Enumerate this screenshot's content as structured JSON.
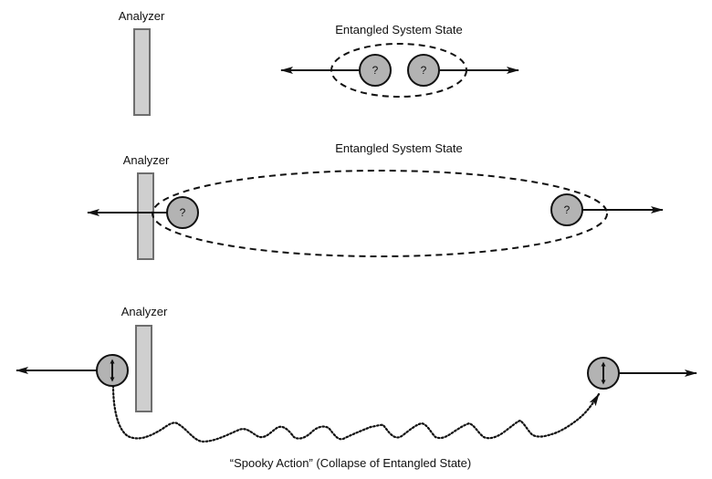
{
  "panels": [
    {
      "analyzer_label": "Analyzer",
      "state_label": "Entangled System State",
      "particles": [
        {
          "symbol": "?",
          "icon": "unknown-spin"
        },
        {
          "symbol": "?",
          "icon": "unknown-spin"
        }
      ]
    },
    {
      "analyzer_label": "Analyzer",
      "state_label": "Entangled System State",
      "particles": [
        {
          "symbol": "?",
          "icon": "unknown-spin"
        },
        {
          "symbol": "?",
          "icon": "unknown-spin"
        }
      ]
    },
    {
      "analyzer_label": "Analyzer",
      "particles": [
        {
          "symbol": "",
          "icon": "vertical-double-arrow"
        },
        {
          "symbol": "",
          "icon": "vertical-double-arrow"
        }
      ],
      "caption": "“Spooky Action” (Collapse of Entangled State)"
    }
  ],
  "colors": {
    "analyzer_fill": "#cfcfcf",
    "analyzer_stroke": "#6e6e6e",
    "particle_fill": "#b3b3b3",
    "stroke": "#111111"
  }
}
